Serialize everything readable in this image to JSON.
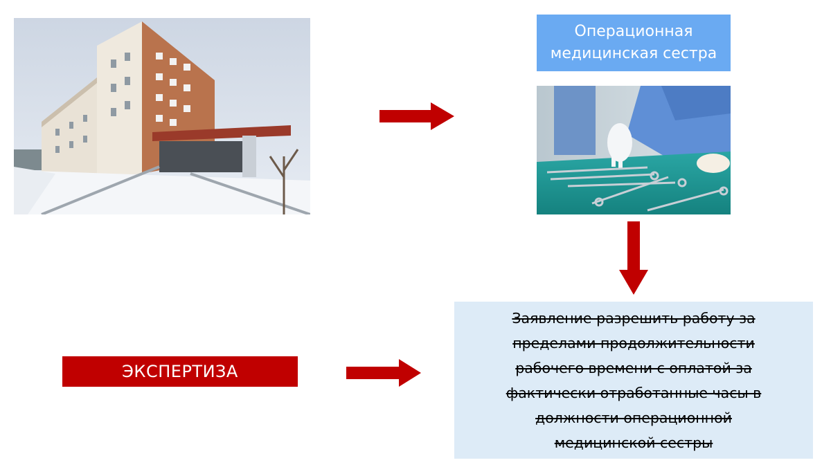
{
  "slide": {
    "nurse_label": {
      "line1": "Операционная",
      "line2": "медицинская сестра"
    },
    "expertise_label": "ЭКСПЕРТИЗА",
    "statement_lines": [
      "Заявление разрешить работу за",
      "пределами продолжительности",
      "рабочего времени с оплатой за",
      "фактически отработанные часы в",
      "должности операционной",
      "медицинской сестры"
    ],
    "statement_strikethrough": true
  },
  "colors": {
    "arrow": "#c00000",
    "nurse_label_bg": "#6aaaf2",
    "expertise_bg": "#c00000",
    "statement_bg": "#ddebf7"
  }
}
